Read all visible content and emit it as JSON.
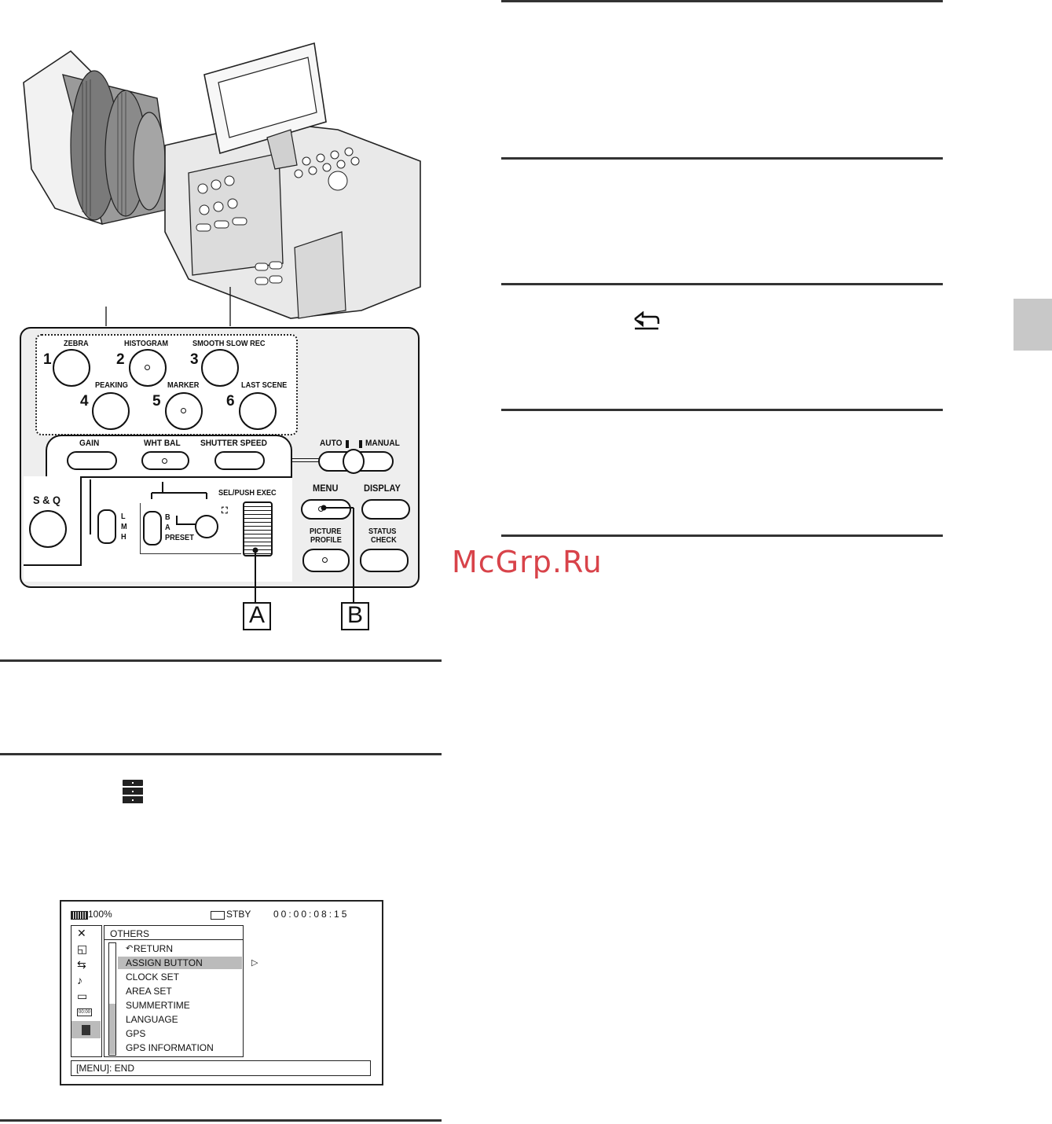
{
  "panel": {
    "assign_buttons": [
      {
        "num": "1",
        "label": "ZEBRA"
      },
      {
        "num": "2",
        "label": "HISTOGRAM"
      },
      {
        "num": "3",
        "label": "SMOOTH SLOW REC"
      },
      {
        "num": "4",
        "label": "PEAKING"
      },
      {
        "num": "5",
        "label": "MARKER"
      },
      {
        "num": "6",
        "label": "LAST SCENE"
      }
    ],
    "gain": "GAIN",
    "wht_bal": "WHT BAL",
    "shutter_speed": "SHUTTER SPEED",
    "auto": "AUTO",
    "manual": "MANUAL",
    "menu": "MENU",
    "display": "DISPLAY",
    "picture_profile_1": "PICTURE",
    "picture_profile_2": "PROFILE",
    "status_check_1": "STATUS",
    "status_check_2": "CHECK",
    "sq": "S & Q",
    "sel_push_exec": "SEL/PUSH EXEC",
    "gain_l": "L",
    "gain_m": "M",
    "gain_h": "H",
    "wb_b": "B",
    "wb_a": "A",
    "wb_preset": "PRESET"
  },
  "callouts": {
    "a": "A",
    "b": "B"
  },
  "watermark": "McGrp.Ru",
  "lcd": {
    "battery": "100%",
    "status": "STBY",
    "timecode": "00:00:08:15",
    "category": "OTHERS",
    "items": [
      "RETURN",
      "ASSIGN BUTTON",
      "CLOCK SET",
      "AREA SET",
      "SUMMERTIME",
      "LANGUAGE",
      "GPS",
      "GPS INFORMATION"
    ],
    "selected_index": 1,
    "footer": "[MENU]: END",
    "tc_icon": "00:00"
  },
  "icons": {
    "camera": "camera-illustration",
    "others": "others-menu-icon",
    "return": "return-arrow-icon"
  }
}
